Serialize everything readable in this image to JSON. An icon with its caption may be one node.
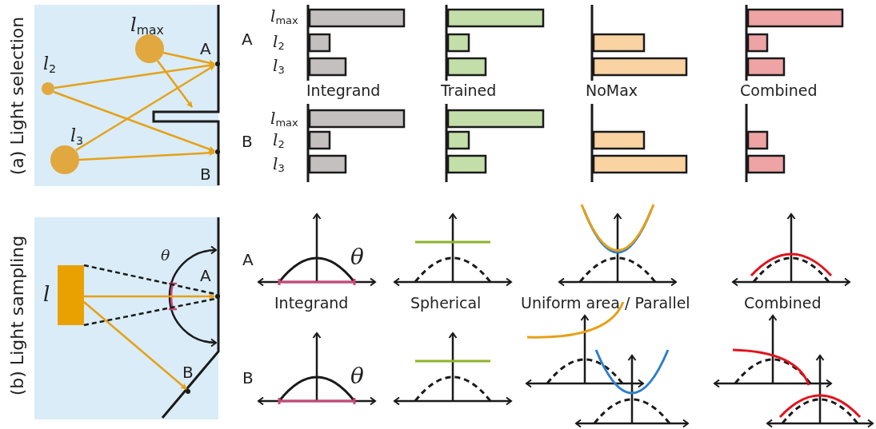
{
  "diagram": {
    "nodes": [
      {
        "text": [
          "*l*$_{max}$"
        ]
      },
      {
        "text": [
          "*l*$_{2}$"
        ]
      },
      {
        "text": [
          "*l*$_{3}$"
        ]
      },
      {
        "text": [
          "A"
        ]
      },
      {
        "text": [
          "B"
        ]
      },
      {
        "text": [
          "l"
        ]
      },
      {
        "text": [
          "A"
        ]
      },
      {
        "text": [
          "B"
        ]
      }
    ],
    "edges": [
      {
        "from": 0,
        "to": 3,
        "arrow": "to"
      },
      {
        "from": 0,
        "to": null,
        "arrow": "to"
      },
      {
        "from": 1,
        "to": 3,
        "arrow": "to"
      },
      {
        "from": 1,
        "to": 4,
        "arrow": "to"
      },
      {
        "from": 2,
        "to": 3,
        "arrow": "to"
      },
      {
        "from": 2,
        "to": 4,
        "arrow": "to"
      },
      {
        "from": 5,
        "to": 6,
        "arrow": "to"
      },
      {
        "from": 5,
        "to": 7,
        "arrow": "to"
      },
      {
        "from": 5,
        "to": 6,
        "arrow": "none",
        "style": "dashed",
        "color": "#1a1a1a"
      },
      {
        "from": 5,
        "to": 6,
        "arrow": "none",
        "style": "dashed",
        "color": "#1a1a1a"
      }
    ],
    "labels": [
      "(a) Light selection",
      "A",
      "*l*$_{max}$",
      "*l*$_{2}$",
      "*l*$_{3}$",
      "Integrand",
      "Trained",
      "NoMax",
      "Combined",
      "B",
      "*l*$_{max}$",
      "*l*$_{2}$",
      "*l*$_{3}$",
      "(b) Light sampling",
      "θ",
      "A",
      "θ",
      "Integrand",
      "Spherical",
      "Uniform area / Parallel",
      "Combined",
      "B",
      "θ"
    ]
  }
}
